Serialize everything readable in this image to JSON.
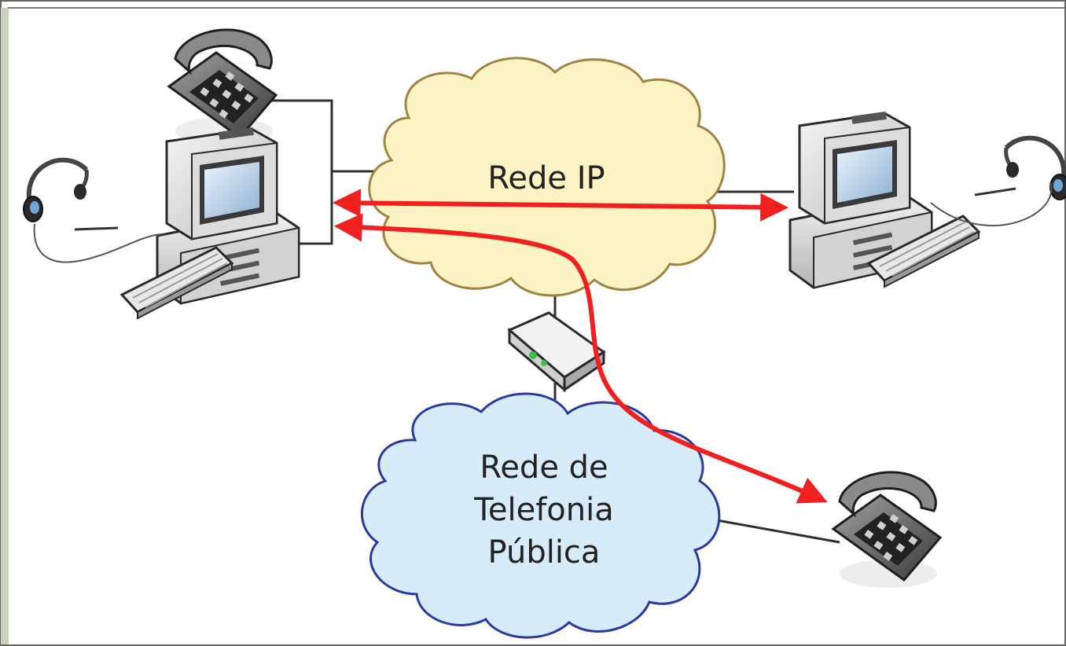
{
  "clouds": {
    "ip": {
      "label": "Rede IP",
      "fill": "#fbf3c4",
      "stroke": "#a08442"
    },
    "pstn": {
      "lines": [
        "Rede de",
        "Telefonia",
        "Pública"
      ],
      "fill": "#d6ecfb",
      "stroke": "#2a3aa0"
    }
  },
  "colors": {
    "call_path": "#f02020",
    "link": "#303030",
    "frame_border": "#666666",
    "frame_left_bar": "#c8d4b8",
    "gateway_led": "#3cc04a"
  },
  "devices": [
    {
      "id": "phone-left",
      "icon": "desk-phone-icon"
    },
    {
      "id": "computer-left",
      "icon": "desktop-computer-icon"
    },
    {
      "id": "headset-left",
      "icon": "headset-icon"
    },
    {
      "id": "computer-right",
      "icon": "desktop-computer-icon"
    },
    {
      "id": "headset-right",
      "icon": "headset-icon"
    },
    {
      "id": "gateway",
      "icon": "voip-gateway-icon"
    },
    {
      "id": "phone-right",
      "icon": "desk-phone-icon"
    }
  ]
}
